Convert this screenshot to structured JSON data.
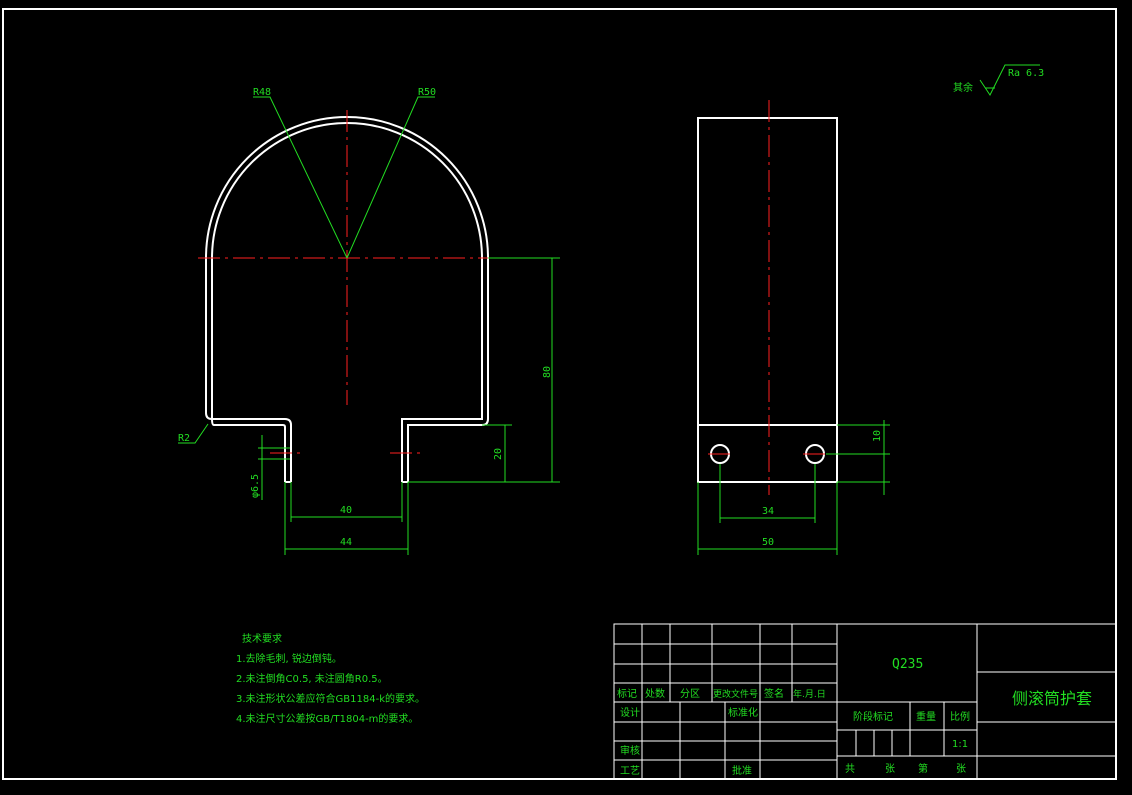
{
  "roughness": {
    "prefix": "其余",
    "value": "Ra 6.3"
  },
  "front_view": {
    "labels": {
      "r_inner": "R48",
      "r_outer": "R50",
      "r_corner": "R2",
      "hole_dia": "φ6.5",
      "dim_height": "80",
      "dim_flange": "20",
      "dim_inner_gap": "40",
      "dim_outer_gap": "44"
    }
  },
  "side_view": {
    "labels": {
      "dim_hole_offset": "10",
      "dim_hole_spacing": "34",
      "dim_width": "50"
    }
  },
  "technical_requirements": {
    "title": "技术要求",
    "items": [
      "1.去除毛刺, 锐边倒钝。",
      "2.未注倒角C0.5, 未注圆角R0.5。",
      "3.未注形状公差应符合GB1184-k的要求。",
      "4.未注尺寸公差按GB/T1804-m的要求。"
    ]
  },
  "title_block": {
    "material": "Q235",
    "drawing_name": "侧滚筒护套",
    "headers": {
      "mark": "标记",
      "count": "处数",
      "zone": "分区",
      "change_doc": "更改文件号",
      "signature": "签名",
      "date": "年.月.日"
    },
    "roles": {
      "design": "设计",
      "standardize": "标准化",
      "review": "审核",
      "process": "工艺",
      "approve": "批准"
    },
    "stage_mark": "阶段标记",
    "weight": "重量",
    "scale": "比例",
    "scale_value": "1:1",
    "sheets": {
      "total": "共",
      "sheet_unit": "张",
      "number": "第",
      "sheet_unit2": "张"
    }
  },
  "colors": {
    "background": "#000000",
    "outline": "#ffffff",
    "dimension": "#22dd22",
    "centerline": "#ff2020"
  }
}
